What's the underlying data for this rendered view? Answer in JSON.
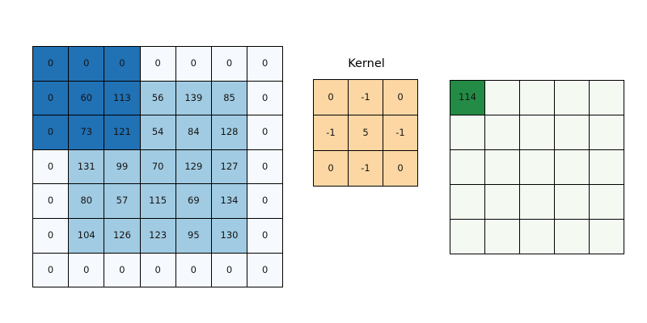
{
  "figure": {
    "description": "convolution-operation-diagram"
  },
  "input_grid": {
    "rows": 7,
    "cols": 7,
    "values": [
      [
        0,
        0,
        0,
        0,
        0,
        0,
        0
      ],
      [
        0,
        60,
        113,
        56,
        139,
        85,
        0
      ],
      [
        0,
        73,
        121,
        54,
        84,
        128,
        0
      ],
      [
        0,
        131,
        99,
        70,
        129,
        127,
        0
      ],
      [
        0,
        80,
        57,
        115,
        69,
        134,
        0
      ],
      [
        0,
        104,
        126,
        123,
        95,
        130,
        0
      ],
      [
        0,
        0,
        0,
        0,
        0,
        0,
        0
      ]
    ],
    "window": {
      "row_start": 0,
      "col_start": 0,
      "size": 3
    },
    "colors": {
      "window": "#2171b5",
      "inner": "#a1cbe2",
      "padding": "#f6fafe"
    }
  },
  "kernel": {
    "title": "Kernel",
    "rows": 3,
    "cols": 3,
    "values": [
      [
        0,
        -1,
        0
      ],
      [
        -1,
        5,
        -1
      ],
      [
        0,
        -1,
        0
      ]
    ],
    "colors": {
      "cell": "#fcd7a4"
    }
  },
  "output_grid": {
    "rows": 5,
    "cols": 5,
    "values": [
      [
        114,
        null,
        null,
        null,
        null
      ],
      [
        null,
        null,
        null,
        null,
        null
      ],
      [
        null,
        null,
        null,
        null,
        null
      ],
      [
        null,
        null,
        null,
        null,
        null
      ],
      [
        null,
        null,
        null,
        null,
        null
      ]
    ],
    "highlight": {
      "row": 0,
      "col": 0
    },
    "colors": {
      "highlight": "#238b45",
      "cell": "#f4faf2"
    }
  }
}
